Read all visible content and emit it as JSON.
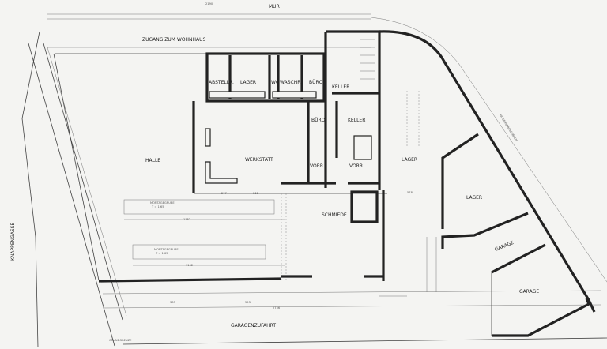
{
  "plan": {
    "top_wall_label": "MUR",
    "access_label": "ZUGANG ZUM WOHNHAUS",
    "driveway_label": "GARAGENZUFAHRT",
    "boundary_label": "GRUNDGRENZE",
    "left_street": "KNAPPENGASSE",
    "right_street": "HÖGERSTRASSEBACH",
    "rooms": {
      "abstellr": "ABSTELLR.",
      "lager1": "LAGER",
      "wc": "WC",
      "waschr": "WASCHR.",
      "buro1": "BÜRO",
      "keller1": "KELLER",
      "halle": "HALLE",
      "werkstatt": "WERKSTATT",
      "buro2": "BÜRO",
      "keller2": "KELLER",
      "vorr1": "VORR.",
      "vorr2": "VORR.",
      "lager2": "LAGER",
      "schmiede": "SCHMIEDE",
      "lager3": "LAGER",
      "garage1": "GARAGE",
      "garage2": "GARAGE"
    },
    "pits": [
      {
        "label": "MONTAGEGRUBE",
        "depth": "T = 1.65"
      },
      {
        "label": "MONTAGEGRUBE",
        "depth": "T = 1.65"
      }
    ],
    "dims": {
      "top_total": "2190",
      "w1": "277",
      "w2": "368",
      "p1": "1152",
      "p2": "1152",
      "bottom_a": "383",
      "bottom_b": "553",
      "bottom_total": "2756",
      "lager_dim": "578"
    }
  }
}
